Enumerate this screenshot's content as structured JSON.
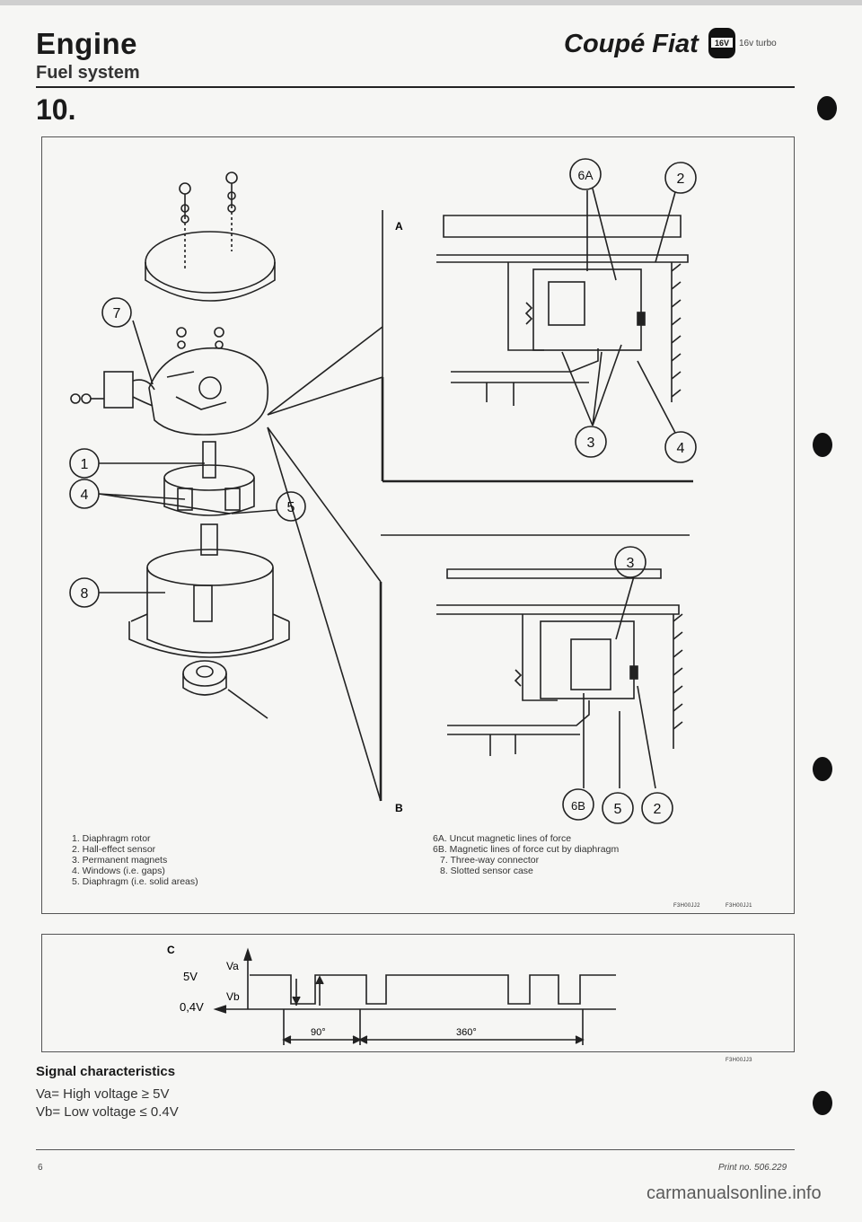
{
  "header": {
    "title": "Engine",
    "subtitle": "Fuel system",
    "brand": "Coupé Fiat",
    "badge_text": "16V",
    "model": "16v turbo",
    "section": "10."
  },
  "diagram": {
    "view_a": "A",
    "view_b": "B",
    "view_c": "C",
    "callouts_main": [
      "7",
      "1",
      "4",
      "5",
      "8"
    ],
    "callouts_a": [
      "6A",
      "2",
      "3",
      "4"
    ],
    "callouts_b": [
      "3",
      "6B",
      "5",
      "2"
    ]
  },
  "legend_left": [
    "1. Diaphragm rotor",
    "2. Hall-effect sensor",
    "3. Permanent magnets",
    "4. Windows (i.e. gaps)",
    "5. Diaphragm (i.e. solid areas)"
  ],
  "legend_right": [
    "6A. Uncut magnetic lines of force",
    "6B. Magnetic lines of force cut by diaphragm",
    "7. Three-way connector",
    "8. Slotted sensor case"
  ],
  "figure_refs": [
    "F3H00JJ2",
    "F3H00JJ1",
    "F3H00JJ3"
  ],
  "signal": {
    "label_5v": "5V",
    "label_04v": "0,4V",
    "label_va": "Va",
    "label_vb": "Vb",
    "label_90": "90°",
    "label_360": "360°",
    "title": "Signal characteristics",
    "line_va": "Va= High voltage ≥ 5V",
    "line_vb": "Vb= Low voltage ≤ 0.4V"
  },
  "footer": {
    "page": "6",
    "print_no": "Print no. 506.229",
    "watermark": "carmanualsonline.info"
  }
}
